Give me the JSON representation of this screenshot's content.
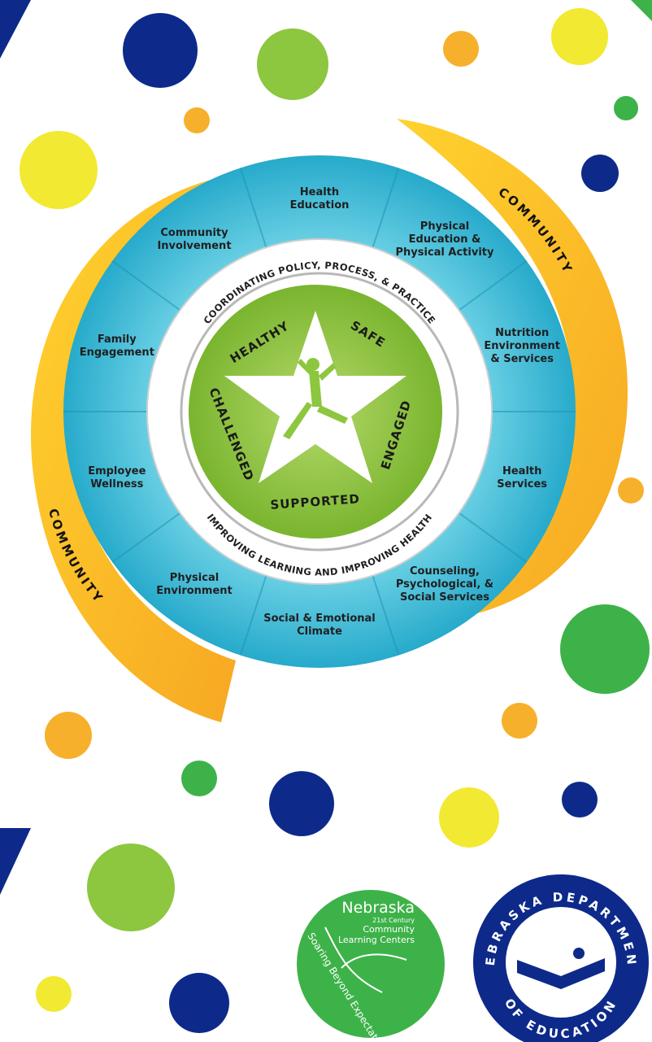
{
  "wheel": {
    "segments": [
      {
        "lines": [
          "Health",
          "Education"
        ]
      },
      {
        "lines": [
          "Physical",
          "Education &",
          "Physical Activity"
        ]
      },
      {
        "lines": [
          "Nutrition",
          "Environment",
          "& Services"
        ]
      },
      {
        "lines": [
          "Health",
          "Services"
        ]
      },
      {
        "lines": [
          "Counseling,",
          "Psychological, &",
          "Social Services"
        ]
      },
      {
        "lines": [
          "Social & Emotional",
          "Climate"
        ]
      },
      {
        "lines": [
          "Physical",
          "Environment"
        ]
      },
      {
        "lines": [
          "Employee",
          "Wellness"
        ]
      },
      {
        "lines": [
          "Family",
          "Engagement"
        ]
      },
      {
        "lines": [
          "Community",
          "Involvement"
        ]
      }
    ],
    "ring_top_text": "COORDINATING POLICY, PROCESS, & PRACTICE",
    "ring_bottom_text": "IMPROVING LEARNING AND IMPROVING HEALTH",
    "star_words": {
      "healthy": "HEALTHY",
      "safe": "SAFE",
      "engaged": "ENGAGED",
      "supported": "SUPPORTED",
      "challenged": "CHALLENGED"
    },
    "community_label_right": "COMMUNITY",
    "community_label_left": "COMMUNITY"
  },
  "logos": {
    "cclc": {
      "title": "Nebraska",
      "subtitle_1": "21st Century",
      "subtitle_2": "Community",
      "subtitle_3": "Learning Centers",
      "tagline": "Soaring Beyond Expectations"
    },
    "nde": {
      "top_arc": "NEBRASKA DEPARTMENT",
      "bottom_arc": "OF EDUCATION"
    }
  },
  "colors": {
    "teal": "#2fb6d2",
    "teal_light": "#7fdcec",
    "lime": "#8dc63f",
    "orange": "#f7a823",
    "yellow": "#f2e932",
    "green": "#3db249",
    "navy": "#0d2a8a"
  }
}
